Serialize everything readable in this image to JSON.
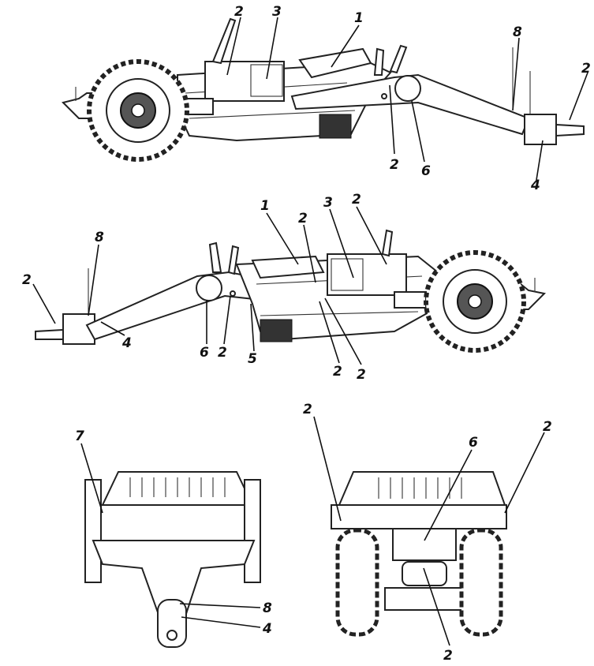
{
  "callouts": {
    "top": [
      "1",
      "2",
      "2",
      "2",
      "3",
      "4",
      "6",
      "8"
    ],
    "mid": [
      "1",
      "2",
      "2",
      "2",
      "2",
      "2",
      "2",
      "3",
      "4",
      "5",
      "6",
      "8"
    ],
    "front": [
      "4",
      "7",
      "8"
    ],
    "rear": [
      "2",
      "2",
      "2",
      "6"
    ]
  }
}
